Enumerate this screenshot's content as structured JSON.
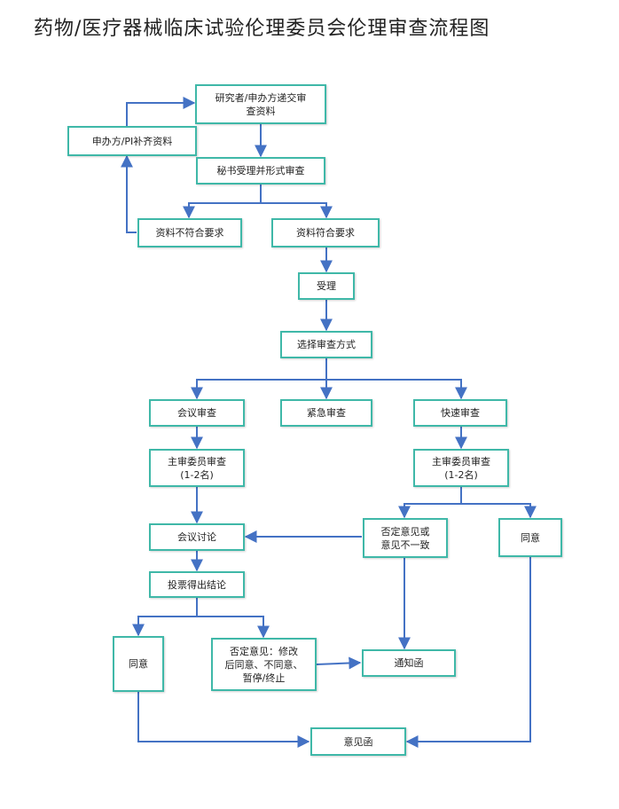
{
  "title": "药物/医疗器械临床试验伦理委员会伦理审查流程图",
  "colors": {
    "node_border": "#3fb8a8",
    "edge": "#4472c4",
    "text": "#222222"
  },
  "nodes": {
    "submit": "研究者/申办方递交审\n查资料",
    "supplement": "申办方/PI补齐资料",
    "secretary": "秘书受理并形式审查",
    "not_ok": "资料不符合要求",
    "ok": "资料符合要求",
    "accept": "受理",
    "choose": "选择审查方式",
    "meeting": "会议审查",
    "emergency": "紧急审查",
    "fast": "快速审查",
    "main_left": "主审委员审查\n(1-2名)",
    "main_right": "主审委员审查\n(1-2名)",
    "discussion": "会议讨论",
    "negative": "否定意见或\n意见不一致",
    "agree_right": "同意",
    "vote": "投票得出结论",
    "agree_left": "同意",
    "reject": "否定意见：修改\n后同意、不同意、\n暂停/终止",
    "notice": "通知函",
    "opinion": "意见函"
  }
}
